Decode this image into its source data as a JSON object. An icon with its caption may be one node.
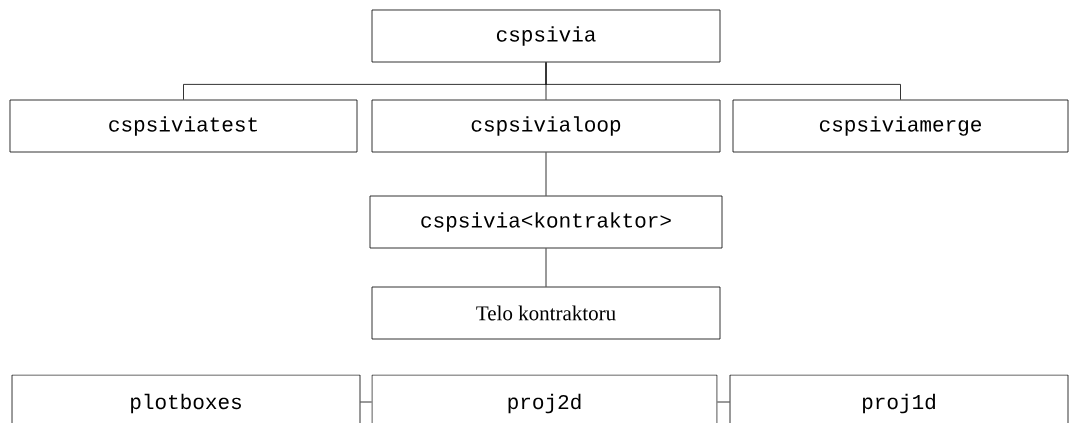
{
  "diagram": {
    "nodes": [
      {
        "text": [
          "cspsivia"
        ]
      },
      {
        "text": [
          "cspsiviatest"
        ]
      },
      {
        "text": [
          "cspsivialoop"
        ]
      },
      {
        "text": [
          "cspsiviamerge"
        ]
      },
      {
        "text": [
          "cspsivia<kontraktor>"
        ]
      },
      {
        "text": [
          "Telo kontraktoru"
        ]
      },
      {
        "text": [
          "plotboxes"
        ]
      },
      {
        "text": [
          "proj2d"
        ]
      },
      {
        "text": [
          "proj1d"
        ]
      }
    ],
    "edges": [
      {
        "from": 0,
        "to": 1,
        "arrow": "none"
      },
      {
        "from": 0,
        "to": 2,
        "arrow": "none"
      },
      {
        "from": 0,
        "to": 3,
        "arrow": "none"
      },
      {
        "from": 2,
        "to": 4,
        "arrow": "none"
      },
      {
        "from": 4,
        "to": 5,
        "arrow": "none"
      },
      {
        "from": 6,
        "to": 7,
        "arrow": "none"
      },
      {
        "from": 7,
        "to": 8,
        "arrow": "none"
      }
    ]
  }
}
